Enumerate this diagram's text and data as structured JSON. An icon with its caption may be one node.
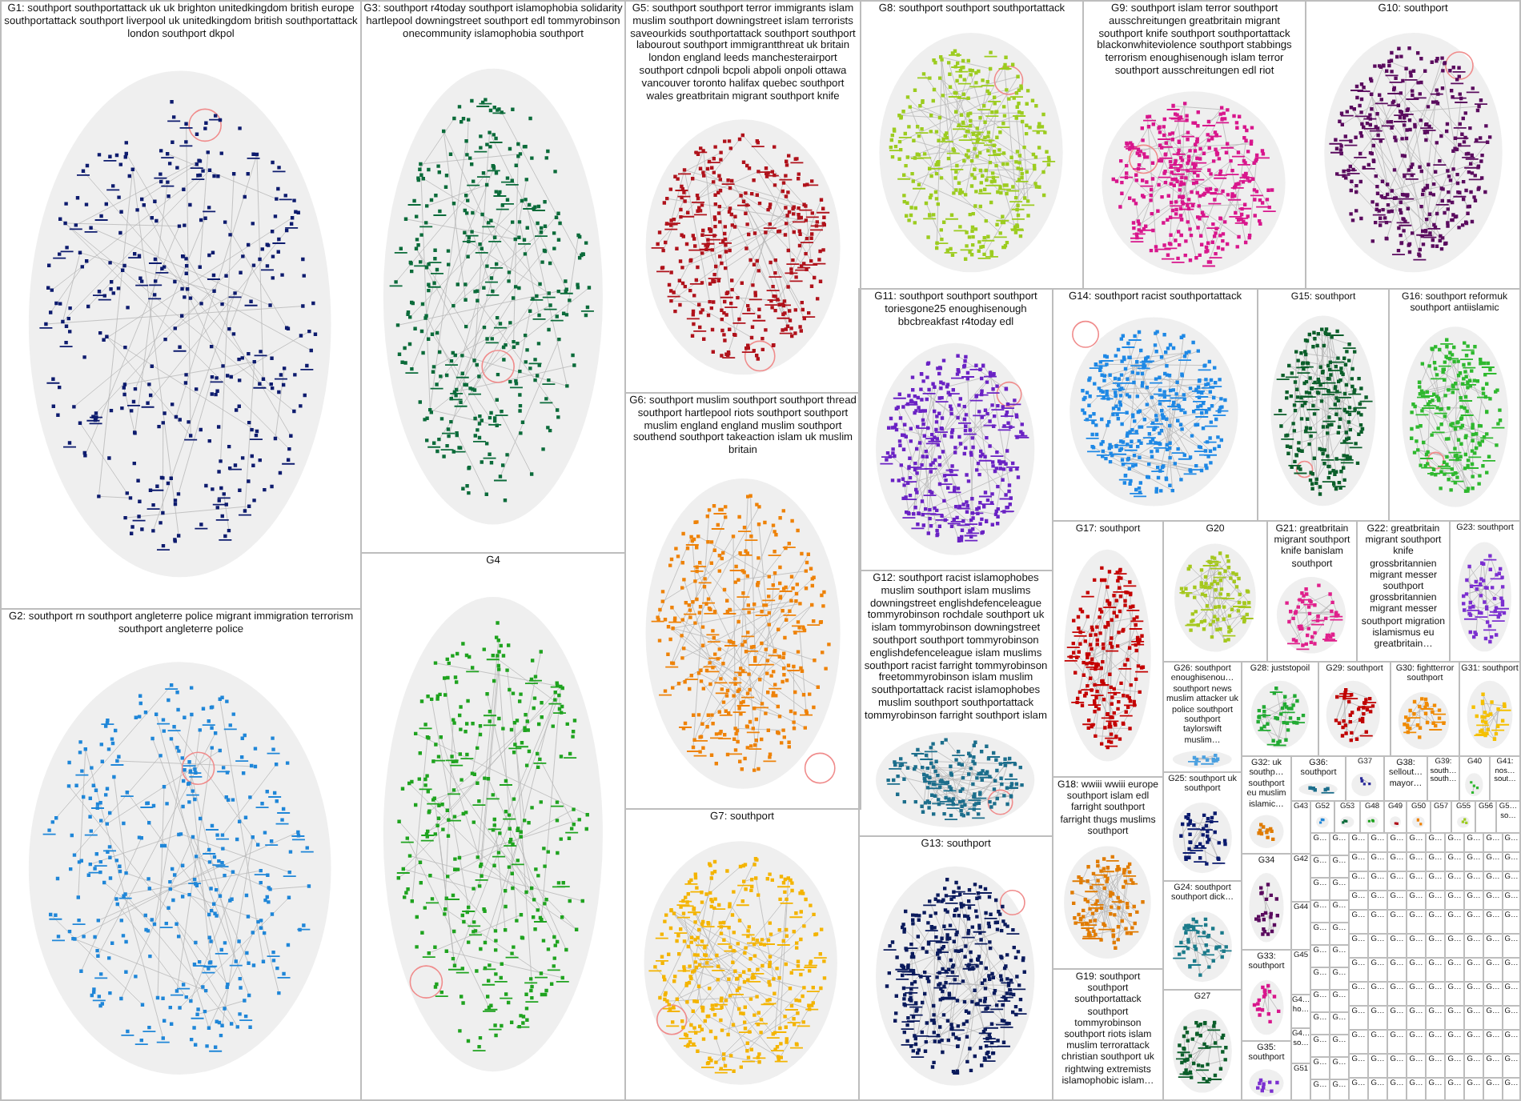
{
  "diagram": {
    "nodes": [
      {
        "text": [
          "G1: southport southportattack uk uk brighton unitedkingdom british europe southportattack southport liverpool uk unitedkingdom british southportattack london southport dkpol"
        ]
      },
      {
        "text": [
          "G2: southport rn southport angleterre police migrant immigration terrorism southport angleterre police"
        ]
      },
      {
        "text": [
          "G3: southport r4today southport islamophobia solidarity hartlepool downingstreet southport edl tommyrobinson onecommunity islamophobia southport"
        ]
      },
      {
        "text": [
          "G4"
        ]
      },
      {
        "text": [
          "G5: southport southport terror immigrants islam muslim southport downingstreet islam terrorists saveourkids southportattack southport southport labourout southport immigrantthreat uk britain london england leeds manchesterairport southport cdnpoli bcpoli abpoli onpoli ottawa vancouver toronto halifax quebec southport wales greatbritain migrant southport knife"
        ]
      },
      {
        "text": [
          "G6: southport muslim southport southport thread southport hartlepool riots southport southport muslim england england muslim southport southend southport takeaction islam uk muslim britain"
        ]
      },
      {
        "text": [
          "G7: southport"
        ]
      },
      {
        "text": [
          "G8: southport southport southportattack"
        ]
      },
      {
        "text": [
          "G9: southport islam terror southport ausschreitungen greatbritain migrant southport knife southport southportattack blackonwhiteviolence southport stabbings terrorism enoughisenough islam terror southport ausschreitungen edl riot"
        ]
      },
      {
        "text": [
          "G10: southport"
        ]
      },
      {
        "text": [
          "G11: southport southport southport toriesgone25 enoughisenough bbcbreakfast r4today edl"
        ]
      },
      {
        "text": [
          "G12: southport racist islamophobes muslim southport islam muslims downingstreet englishdefenceleague tommyrobinson rochdale southport uk islam tommyrobinson downingstreet southport southport tommyrobinson englishdefenceleague islam muslims southport racist farright tommyrobinson freetommyrobinson islam muslim southportattack racist islamophobes muslim southport southportattack tommyrobinson farright southport islam"
        ]
      },
      {
        "text": [
          "G13: southport"
        ]
      },
      {
        "text": [
          "G14: southport racist southportattack"
        ]
      },
      {
        "text": [
          "G15: southport"
        ]
      },
      {
        "text": [
          "G16: southport reformuk southport antiislamic"
        ]
      },
      {
        "text": [
          "G17: southport"
        ]
      },
      {
        "text": [
          "G18: wwiii wwiii europe southport islam edl farright southport farright thugs muslims southport"
        ]
      },
      {
        "text": [
          "G19: southport southport southportattack southport tommyrobinson southport riots islam muslim terrorattack christian southport uk rightwing extremists islamophobic islam…"
        ]
      },
      {
        "text": [
          "G20"
        ]
      },
      {
        "text": [
          "G21: greatbritain migrant southport knife banislam southport"
        ]
      },
      {
        "text": [
          "G22: greatbritain migrant southport knife grossbritannien migrant messer southport grossbritannien migrant messer southport migration islamismus eu greatbritain…"
        ]
      },
      {
        "text": [
          "G23: southport"
        ]
      },
      {
        "text": [
          "G24: southport southport dick…"
        ]
      },
      {
        "text": [
          "G25: southport uk southport"
        ]
      },
      {
        "text": [
          "G26: southport enoughisenou… southport news muslim attacker uk police southport southport taylorswift muslim…"
        ]
      },
      {
        "text": [
          "G27"
        ]
      },
      {
        "text": [
          "G28: juststopoil"
        ]
      },
      {
        "text": [
          "G29: southport"
        ]
      },
      {
        "text": [
          "G30: fightterror southport"
        ]
      },
      {
        "text": [
          "G31: southport"
        ]
      },
      {
        "text": [
          "G32: uk southp… southport eu muslim islamic…"
        ]
      },
      {
        "text": [
          "G33: southport"
        ]
      },
      {
        "text": [
          "G34"
        ]
      },
      {
        "text": [
          "G35: southport"
        ]
      },
      {
        "text": [
          "G36: southport"
        ]
      },
      {
        "text": [
          "G37"
        ]
      },
      {
        "text": [
          "G38: sellout… mayor…"
        ]
      },
      {
        "text": [
          "G39: south… south…"
        ]
      },
      {
        "text": [
          "G40"
        ]
      },
      {
        "text": [
          "G41: nos… sout…"
        ]
      },
      {
        "text": [
          "G43"
        ]
      },
      {
        "text": [
          "G52"
        ]
      },
      {
        "text": [
          "G53"
        ]
      },
      {
        "text": [
          "G48"
        ]
      },
      {
        "text": [
          "G49"
        ]
      },
      {
        "text": [
          "G50"
        ]
      },
      {
        "text": [
          "G57"
        ]
      },
      {
        "text": [
          "G55"
        ]
      },
      {
        "text": [
          "G56"
        ]
      },
      {
        "text": [
          "G5… so…"
        ]
      },
      {
        "text": [
          "G42"
        ]
      },
      {
        "text": [
          "G44"
        ]
      },
      {
        "text": [
          "G45"
        ]
      },
      {
        "text": [
          "G4… ho…"
        ]
      },
      {
        "text": [
          "G4… so…"
        ]
      },
      {
        "text": [
          "G51"
        ]
      },
      {
        "text": [
          "G…"
        ]
      },
      {
        "text": [
          "G…"
        ]
      },
      {
        "text": [
          "G…"
        ]
      },
      {
        "text": [
          "G…"
        ]
      },
      {
        "text": [
          "G…"
        ]
      },
      {
        "text": [
          "G…"
        ]
      },
      {
        "text": [
          "G…"
        ]
      },
      {
        "text": [
          "G…"
        ]
      },
      {
        "text": [
          "G…"
        ]
      },
      {
        "text": [
          "G…"
        ]
      },
      {
        "text": [
          "G…"
        ]
      },
      {
        "text": [
          "G…"
        ]
      },
      {
        "text": [
          "G…"
        ]
      },
      {
        "text": [
          "G…"
        ]
      },
      {
        "text": [
          "G…"
        ]
      },
      {
        "text": [
          "G…"
        ]
      },
      {
        "text": [
          "G…"
        ]
      },
      {
        "text": [
          "G…"
        ]
      },
      {
        "text": [
          "G…"
        ]
      },
      {
        "text": [
          "G…"
        ]
      },
      {
        "text": [
          "G…"
        ]
      },
      {
        "text": [
          "G…"
        ]
      },
      {
        "text": [
          "G…"
        ]
      },
      {
        "text": [
          "G…"
        ]
      },
      {
        "text": [
          "G…"
        ]
      },
      {
        "text": [
          "G…"
        ]
      },
      {
        "text": [
          "G…"
        ]
      },
      {
        "text": [
          "G…"
        ]
      },
      {
        "text": [
          "G…"
        ]
      },
      {
        "text": [
          "G…"
        ]
      },
      {
        "text": [
          "G…"
        ]
      },
      {
        "text": [
          "G…"
        ]
      },
      {
        "text": [
          "G…"
        ]
      },
      {
        "text": [
          "G…"
        ]
      },
      {
        "text": [
          "G…"
        ]
      },
      {
        "text": [
          "G…"
        ]
      },
      {
        "text": [
          "G…"
        ]
      },
      {
        "text": [
          "G…"
        ]
      },
      {
        "text": [
          "G…"
        ]
      },
      {
        "text": [
          "G…"
        ]
      },
      {
        "text": [
          "G…"
        ]
      },
      {
        "text": [
          "G…"
        ]
      },
      {
        "text": [
          "G…"
        ]
      },
      {
        "text": [
          "G…"
        ]
      },
      {
        "text": [
          "G…"
        ]
      },
      {
        "text": [
          "G…"
        ]
      },
      {
        "text": [
          "G…"
        ]
      },
      {
        "text": [
          "G…"
        ]
      },
      {
        "text": [
          "G…"
        ]
      },
      {
        "text": [
          "G…"
        ]
      },
      {
        "text": [
          "G…"
        ]
      },
      {
        "text": [
          "G…"
        ]
      },
      {
        "text": [
          "G…"
        ]
      },
      {
        "text": [
          "G…"
        ]
      },
      {
        "text": [
          "G…"
        ]
      },
      {
        "text": [
          "G…"
        ]
      },
      {
        "text": [
          "G…"
        ]
      },
      {
        "text": [
          "G…"
        ]
      },
      {
        "text": [
          "G…"
        ]
      },
      {
        "text": [
          "G…"
        ]
      },
      {
        "text": [
          "G…"
        ]
      },
      {
        "text": [
          "G…"
        ]
      },
      {
        "text": [
          "G…"
        ]
      },
      {
        "text": [
          "G…"
        ]
      },
      {
        "text": [
          "G…"
        ]
      },
      {
        "text": [
          "G…"
        ]
      },
      {
        "text": [
          "G…"
        ]
      },
      {
        "text": [
          "G…"
        ]
      },
      {
        "text": [
          "G…"
        ]
      },
      {
        "text": [
          "G…"
        ]
      },
      {
        "text": [
          "G…"
        ]
      },
      {
        "text": [
          "G…"
        ]
      },
      {
        "text": [
          "G…"
        ]
      },
      {
        "text": [
          "G…"
        ]
      },
      {
        "text": [
          "G…"
        ]
      },
      {
        "text": [
          "G…"
        ]
      },
      {
        "text": [
          "G…"
        ]
      },
      {
        "text": [
          "G…"
        ]
      },
      {
        "text": [
          "G…"
        ]
      },
      {
        "text": [
          "G…"
        ]
      },
      {
        "text": [
          "G…"
        ]
      },
      {
        "text": [
          "G…"
        ]
      },
      {
        "text": [
          "G…"
        ]
      },
      {
        "text": [
          "G…"
        ]
      },
      {
        "text": [
          "G…"
        ]
      },
      {
        "text": [
          "G…"
        ]
      },
      {
        "text": [
          "G…"
        ]
      },
      {
        "text": [
          "G…"
        ]
      },
      {
        "text": [
          "G…"
        ]
      },
      {
        "text": [
          "G…"
        ]
      },
      {
        "text": [
          "G…"
        ]
      },
      {
        "text": [
          "G…"
        ]
      },
      {
        "text": [
          "G…"
        ]
      },
      {
        "text": [
          "G…"
        ]
      },
      {
        "text": [
          "G…"
        ]
      },
      {
        "text": [
          "G…"
        ]
      },
      {
        "text": [
          "G…"
        ]
      },
      {
        "text": [
          "G…"
        ]
      },
      {
        "text": [
          "G…"
        ]
      },
      {
        "text": [
          "G…"
        ]
      },
      {
        "text": [
          "G…"
        ]
      },
      {
        "text": [
          "G…"
        ]
      },
      {
        "text": [
          "G…"
        ]
      },
      {
        "text": [
          "G…"
        ]
      },
      {
        "text": [
          "G…"
        ]
      },
      {
        "text": [
          "G…"
        ]
      },
      {
        "text": [
          "G…"
        ]
      },
      {
        "text": [
          "G…"
        ]
      },
      {
        "text": [
          "G…"
        ]
      },
      {
        "text": [
          "G…"
        ]
      },
      {
        "text": [
          "G…"
        ]
      },
      {
        "text": [
          "G…"
        ]
      },
      {
        "text": [
          "G…"
        ]
      },
      {
        "text": [
          "G…"
        ]
      },
      {
        "text": [
          "G…"
        ]
      },
      {
        "text": [
          "G…"
        ]
      },
      {
        "text": [
          "G…"
        ]
      },
      {
        "text": [
          "G…"
        ]
      },
      {
        "text": [
          "G…"
        ]
      },
      {
        "text": [
          "G…"
        ]
      },
      {
        "text": [
          "G…"
        ]
      },
      {
        "text": [
          "G…"
        ]
      },
      {
        "text": [
          "G…"
        ]
      },
      {
        "text": [
          "G…"
        ]
      },
      {
        "text": [
          "G…"
        ]
      },
      {
        "text": [
          "G…"
        ]
      },
      {
        "text": [
          "G…"
        ]
      },
      {
        "text": [
          "G…"
        ]
      },
      {
        "text": [
          "G…"
        ]
      },
      {
        "text": [
          "G…"
        ]
      },
      {
        "text": [
          "G…"
        ]
      },
      {
        "text": [
          "G…"
        ]
      }
    ]
  }
}
